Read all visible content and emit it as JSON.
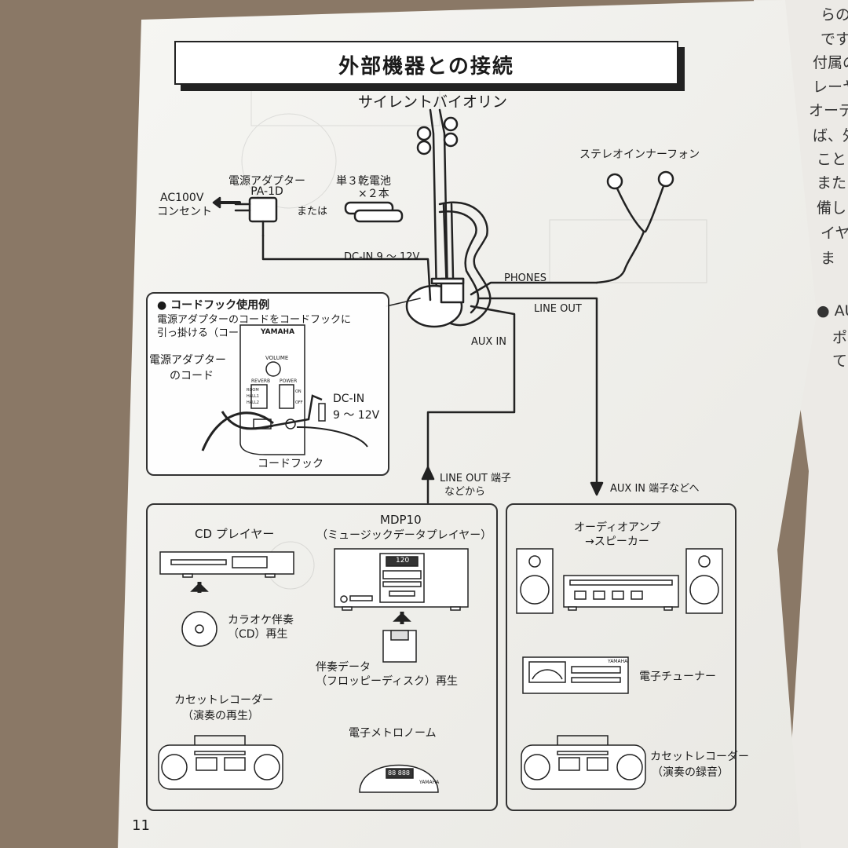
{
  "page": {
    "title": "外部機器との接続",
    "page_number": "11",
    "violin_label": "サイレントバイオリン",
    "adapter_label": "電源アダプター",
    "adapter_model": "PA-1D",
    "battery_label": "単３乾電池",
    "battery_count": "×２本",
    "or_label": "または",
    "outlet_line1": "AC100V",
    "outlet_line2": "コンセント",
    "dcin_label": "DC-IN 9 ～ 12V",
    "phones_device": "ステレオインナーフォン",
    "phones_label": "PHONES",
    "lineout_label": "LINE OUT",
    "auxin_label": "AUX IN",
    "lineout_terminal_line1": "LINE OUT 端子",
    "lineout_terminal_line2": "などから",
    "auxin_terminal": "AUX IN 端子などへ"
  },
  "inset": {
    "heading": "● コードフック使用例",
    "desc_line1": "電源アダプターのコードをコードフックに",
    "desc_line2": "引っ掛ける（コードの抜け防止）",
    "brand": "YAMAHA",
    "volume": "VOLUME",
    "reverb": "REVERB",
    "power": "POWER",
    "room": "ROOM",
    "hall1": "HALL1",
    "hall2": "HALL2",
    "on": "ON",
    "off": "OFF",
    "adapter_cord_line1": "電源アダプター",
    "adapter_cord_line2": "のコード",
    "dcin_line1": "DC-IN",
    "dcin_line2": "9 ～ 12V",
    "cord_hook": "コードフック"
  },
  "left_box": {
    "cd_player": "CD プレイヤー",
    "karaoke_line1": "カラオケ伴奏",
    "karaoke_line2": "（CD）再生",
    "mdp_line1": "MDP10",
    "mdp_line2": "（ミュージックデータプレイヤー）",
    "mdp_display": "120",
    "floppy_line1": "伴奏データ",
    "floppy_line2": "（フロッピーディスク）再生",
    "cassette_line1": "カセットレコーダー",
    "cassette_line2": "（演奏の再生）",
    "metronome": "電子メトロノーム",
    "metronome_display": "88 888",
    "metronome_brand": "YAMAHA"
  },
  "right_box": {
    "amp_line1": "オーディオアンプ",
    "amp_line2": "→スピーカー",
    "tuner": "電子チューナー",
    "tuner_brand": "YAMAHA",
    "cassette_line1": "カセットレコーダー",
    "cassette_line2": "（演奏の録音）"
  },
  "right_page": {
    "lines": [
      "らのス",
      "です。",
      "付属の",
      "レーヤ",
      "オーデ",
      "ば、外",
      "こと",
      "また",
      "備し",
      "イヤ",
      "ま"
    ],
    "bullet": "● AU",
    "bullet_line2": "ポ",
    "bullet_line3": "て"
  },
  "colors": {
    "paper": "#f4f4f1",
    "ink": "#1b1b1b",
    "table": "#8a7866"
  }
}
